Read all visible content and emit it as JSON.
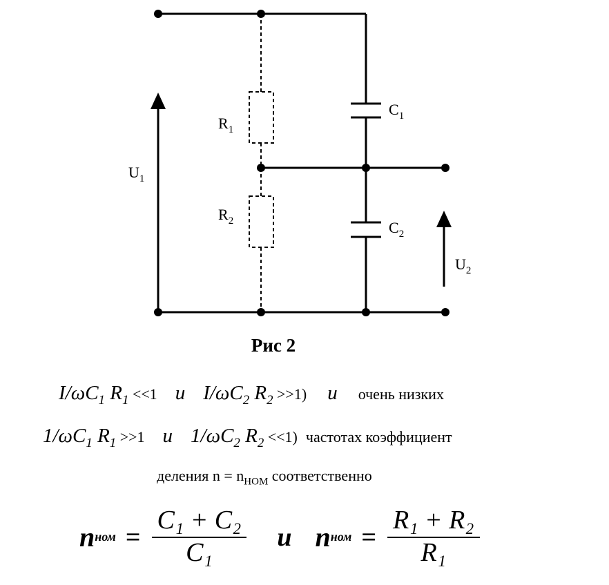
{
  "figure": {
    "labels": {
      "R1": "R",
      "R1_sub": "1",
      "R2": "R",
      "R2_sub": "2",
      "C1": "C",
      "C1_sub": "1",
      "C2": "C",
      "C2_sub": "2",
      "U1": "U",
      "U1_sub": "1",
      "U2": "U",
      "U2_sub": "2"
    },
    "caption": "Рис 2"
  },
  "text": {
    "line1": {
      "expr_a": "I/ωC",
      "sub_a1": "1",
      "r_a": " R",
      "sub_a2": "1",
      "rel_a": " <<1",
      "and1": "и",
      "expr_b": "I/ωC",
      "sub_b1": "2",
      "r_b": " R",
      "sub_b2": "2",
      "rel_b": " >>1)",
      "and2": "и",
      "tail": "очень низких"
    },
    "line2": {
      "expr_a": "1/ωC",
      "sub_a1": "1",
      "r_a": " R",
      "sub_a2": "1",
      "rel_a": " >>1",
      "and1": "и",
      "expr_b": "1/ωC",
      "sub_b1": "2",
      "r_b": " R",
      "sub_b2": "2",
      "rel_b": " <<1)",
      "tail": "частотах  коэффициент"
    },
    "line3": {
      "text": "деления n = n",
      "sub": "НОМ",
      "tail": " соответственно"
    }
  },
  "formula": {
    "n": "n",
    "nom": "ном",
    "eq": "=",
    "f1_num": "C₁ + C₂",
    "f1_den": "C₁",
    "and": "и",
    "f2_num": "R₁ + R₂",
    "f2_den": "R₁"
  }
}
